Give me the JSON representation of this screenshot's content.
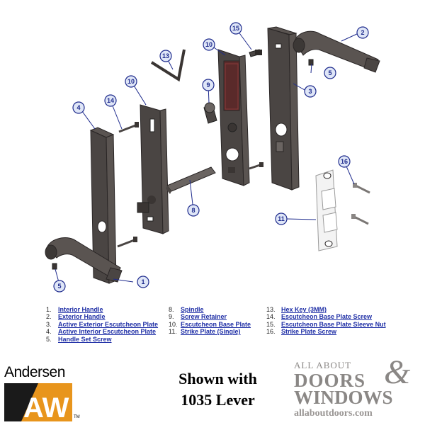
{
  "callouts": {
    "c1": "1",
    "c2": "2",
    "c3": "3",
    "c4": "4",
    "c5a": "5",
    "c5b": "5",
    "c8": "8",
    "c9": "9",
    "c10a": "10",
    "c10b": "10",
    "c11": "11",
    "c13": "13",
    "c14": "14",
    "c15": "15",
    "c16": "16"
  },
  "legend": {
    "col1": [
      {
        "num": "1.",
        "label": "Interior Handle"
      },
      {
        "num": "2.",
        "label": "Exterior Handle"
      },
      {
        "num": "3.",
        "label": "Active Exterior Escutcheon Plate"
      },
      {
        "num": "4.",
        "label": "Active Interior Escutcheon Plate"
      },
      {
        "num": "5.",
        "label": "Handle Set Screw"
      }
    ],
    "col2": [
      {
        "num": "8.",
        "label": "Spindle"
      },
      {
        "num": "9.",
        "label": "Screw Retainer"
      },
      {
        "num": "10.",
        "label": "Escutcheon Base Plate"
      },
      {
        "num": "11.",
        "label": "Strike Plate (Single)"
      }
    ],
    "col3": [
      {
        "num": "13.",
        "label": "Hex Key (3MM)"
      },
      {
        "num": "14.",
        "label": "Escutcheon Base Plate Screw"
      },
      {
        "num": "15.",
        "label": "Escutcheon Base Plate Sleeve Nut"
      },
      {
        "num": "16.",
        "label": "Strike Plate Screw"
      }
    ]
  },
  "brand_left": {
    "name": "Andersen",
    "mark": "AW",
    "tm": "TM"
  },
  "caption": {
    "line1": "Shown with",
    "line2": "1035 Lever"
  },
  "brand_right": {
    "all_about": "ALL ABOUT",
    "doors": "DOORS",
    "amp": "&",
    "windows": "WINDOWS",
    "url": "allaboutdoors.com"
  },
  "colors": {
    "callout_stroke": "#1d2a8c",
    "callout_fill": "#dfe6f7",
    "legend_link": "#1f2fa6",
    "part": "#4a4543",
    "andersen_orange": "#e8951c",
    "aad_gray": "#8a8785"
  },
  "icons": {
    "andersen_logo": "andersen-aw-logo"
  }
}
